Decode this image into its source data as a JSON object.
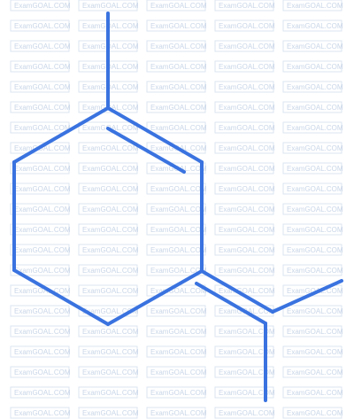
{
  "watermark": {
    "text": "ExamGOAL.COM"
  },
  "colors": {
    "bond": "#3a73e0",
    "watermark_text": "#c9d6e8",
    "watermark_box": "#dbe4f0",
    "background": "#ffffff"
  },
  "structure": {
    "ring": "cyclohexene",
    "substituents": [
      "methyl",
      "isopropylidene"
    ]
  }
}
